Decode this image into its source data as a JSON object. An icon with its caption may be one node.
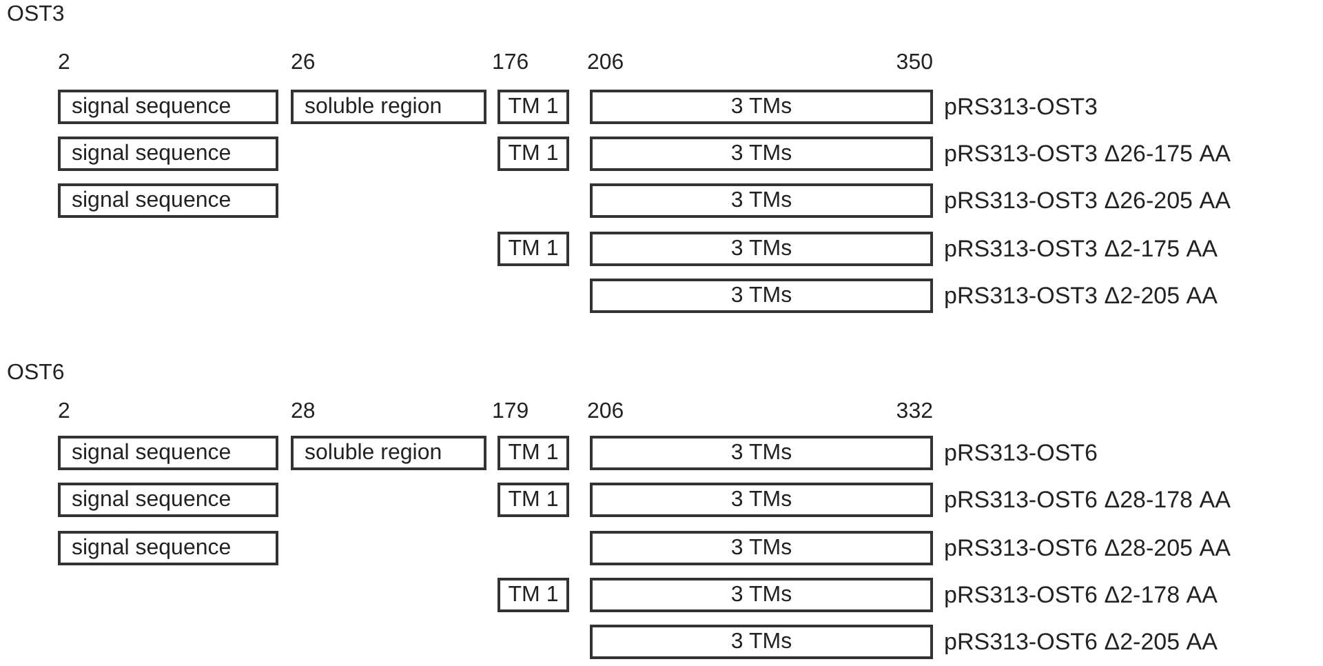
{
  "diagram": {
    "nodes": [
      {
        "text": [
          "signal sequence"
        ]
      },
      {
        "text": [
          "soluble region"
        ]
      },
      {
        "text": [
          "TM 1"
        ]
      },
      {
        "text": [
          "3 TMs"
        ],
        "beside": [
          "pRS313-OST3"
        ]
      },
      {
        "text": [
          "signal sequence"
        ]
      },
      {
        "text": [
          "TM 1"
        ]
      },
      {
        "text": [
          "3 TMs"
        ],
        "beside": [
          "pRS313-OST3 Δ26-175 AA"
        ]
      },
      {
        "text": [
          "signal sequence"
        ]
      },
      {
        "text": [
          "3 TMs"
        ],
        "beside": [
          "pRS313-OST3 Δ26-205 AA"
        ]
      },
      {
        "text": [
          "TM 1"
        ]
      },
      {
        "text": [
          "3 TMs"
        ],
        "beside": [
          "pRS313-OST3 Δ2-175 AA"
        ]
      },
      {
        "text": [
          "3 TMs"
        ],
        "beside": [
          "pRS313-OST3 Δ2-205 AA"
        ]
      },
      {
        "text": [
          "signal sequence"
        ]
      },
      {
        "text": [
          "soluble region"
        ]
      },
      {
        "text": [
          "TM 1"
        ]
      },
      {
        "text": [
          "3 TMs"
        ],
        "beside": [
          "pRS313-OST6"
        ]
      },
      {
        "text": [
          "signal sequence"
        ]
      },
      {
        "text": [
          "TM 1"
        ]
      },
      {
        "text": [
          "3 TMs"
        ],
        "beside": [
          "pRS313-OST6 Δ28-178 AA"
        ]
      },
      {
        "text": [
          "signal sequence"
        ]
      },
      {
        "text": [
          "3 TMs"
        ],
        "beside": [
          "pRS313-OST6 Δ28-205 AA"
        ]
      },
      {
        "text": [
          "TM 1"
        ]
      },
      {
        "text": [
          "3 TMs"
        ],
        "beside": [
          "pRS313-OST6 Δ2-178 AA"
        ]
      },
      {
        "text": [
          "3 TMs"
        ],
        "beside": [
          "pRS313-OST6 Δ2-205 AA"
        ]
      }
    ],
    "labels": [
      "OST3",
      "2",
      "26",
      "176",
      "206",
      "350",
      "OST6",
      "2",
      "28",
      "179",
      "206",
      "332"
    ]
  }
}
